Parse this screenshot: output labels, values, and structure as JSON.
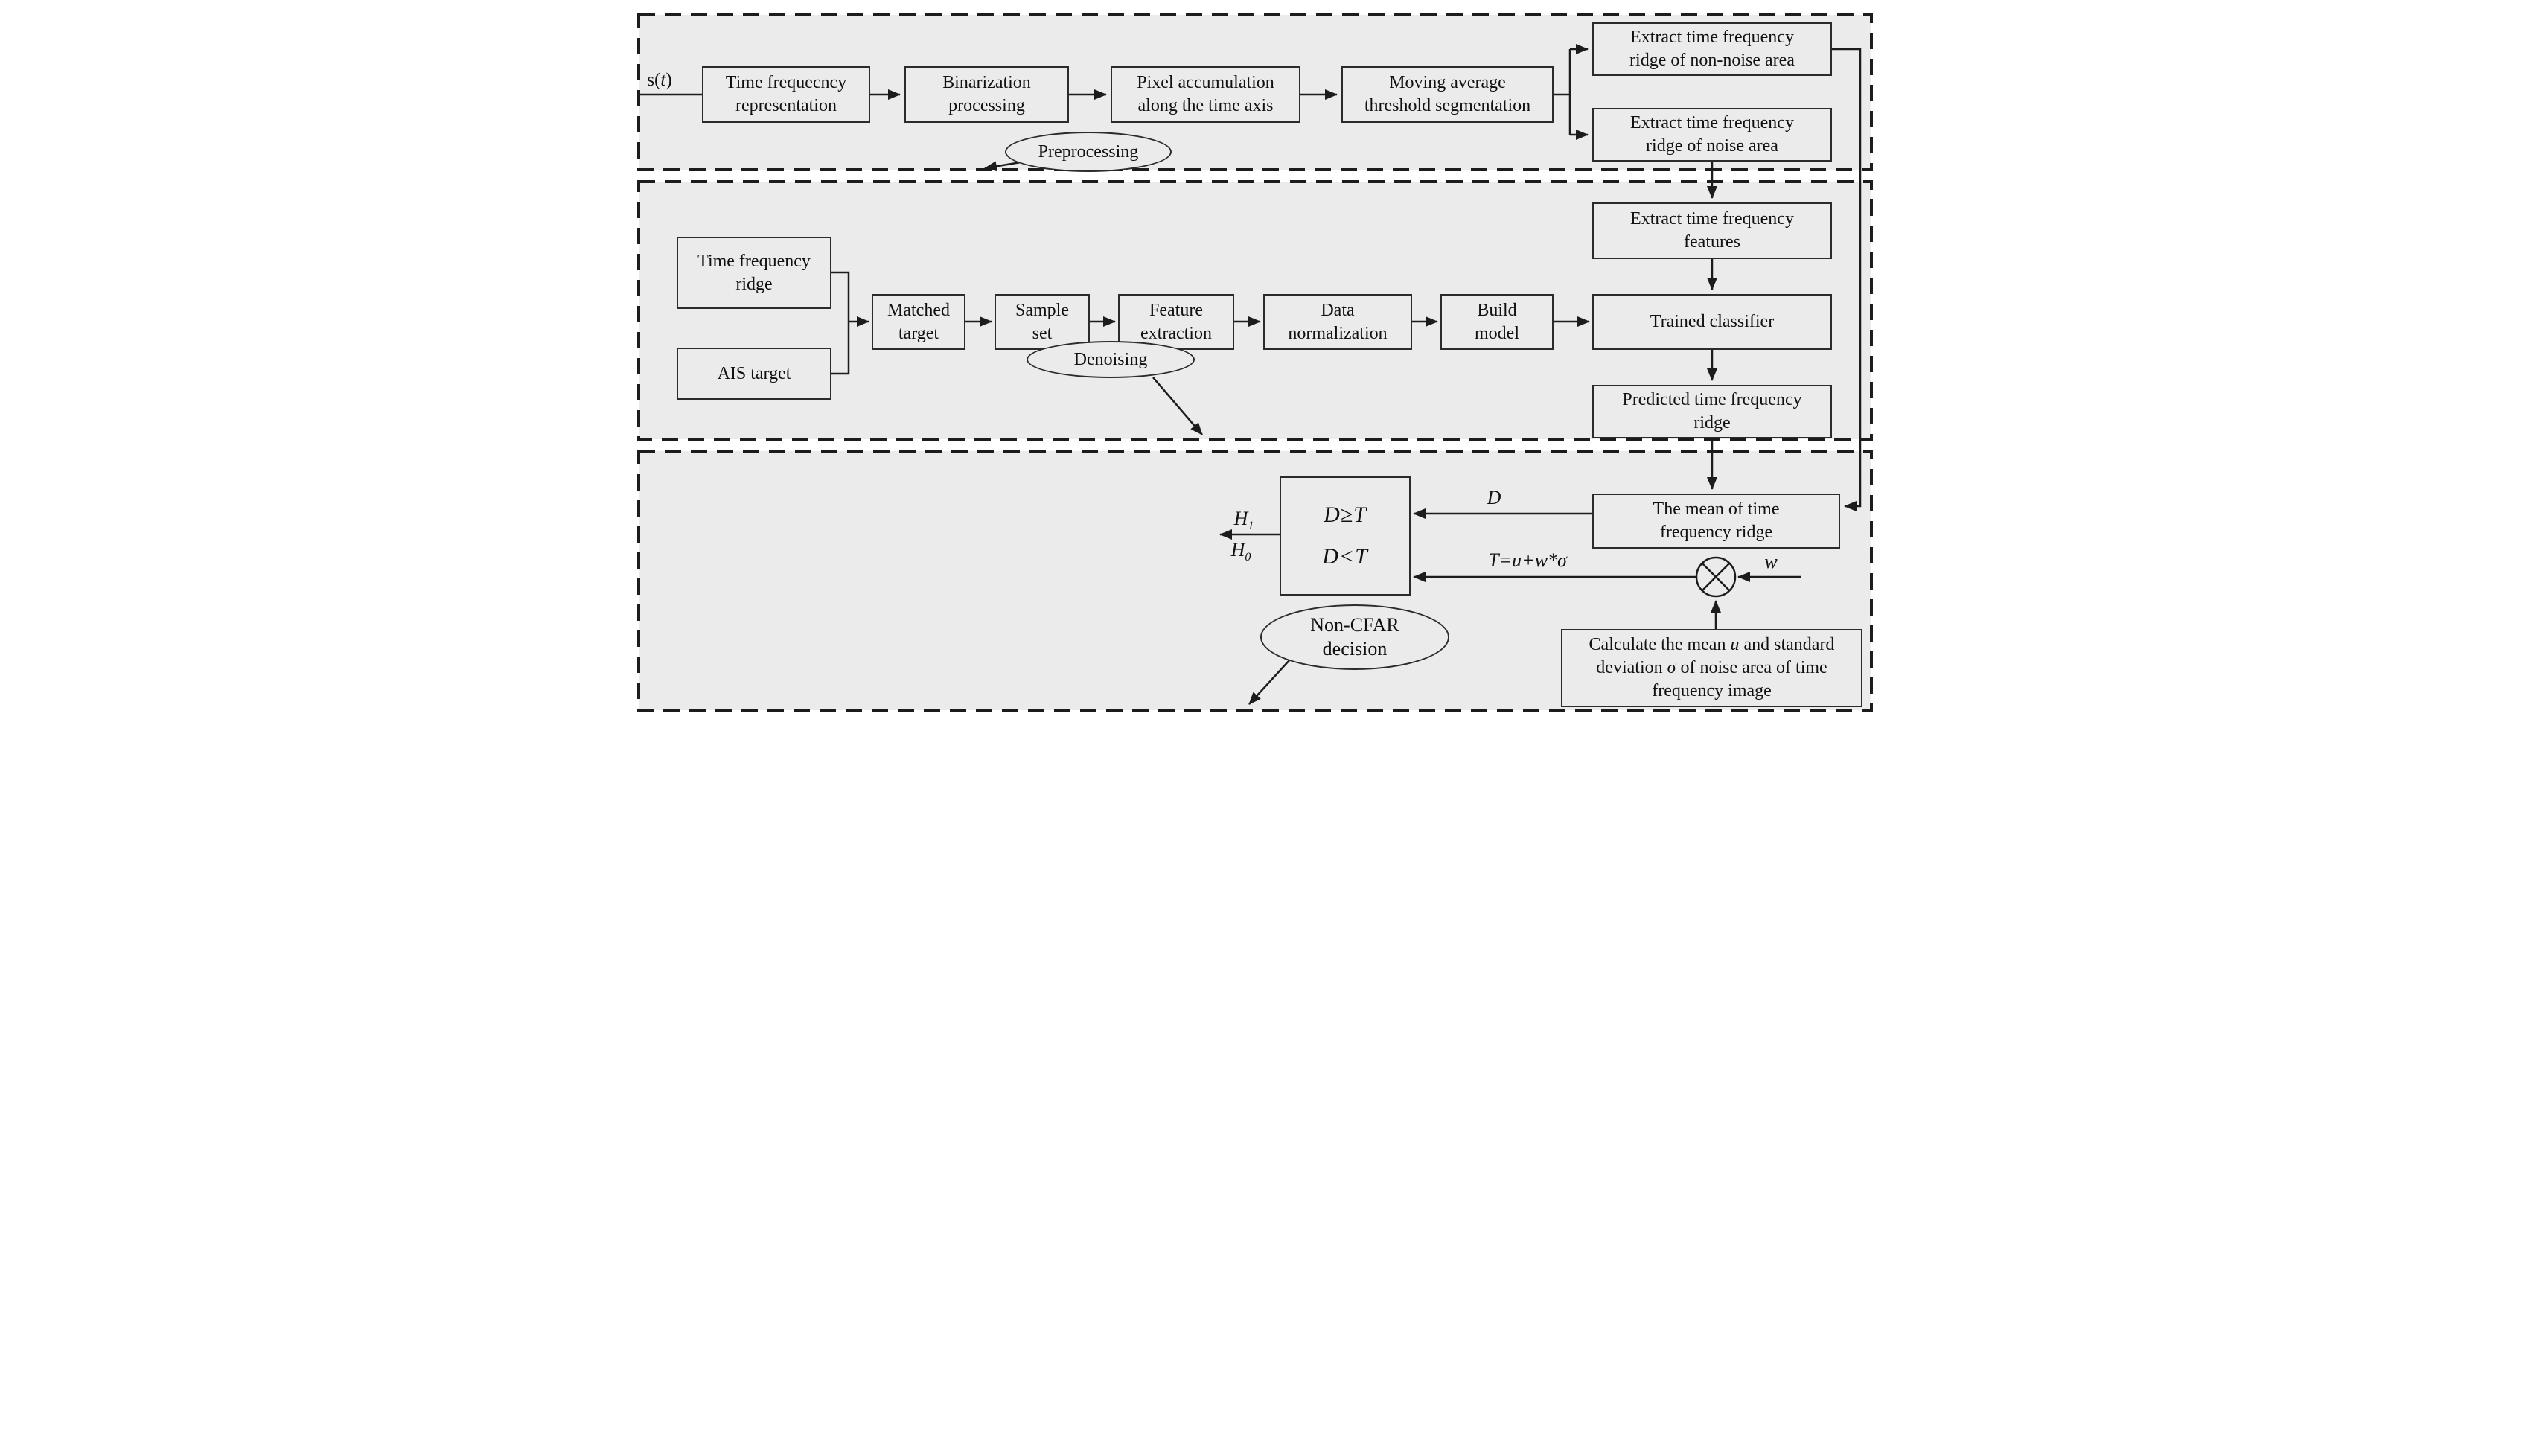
{
  "colors": {
    "section_bg": "#ebebeb",
    "line": "#1c1c1c",
    "box_border": "#2b2b2b",
    "text": "#111111",
    "page_bg": "#ffffff"
  },
  "input": {
    "pre": "s(",
    "var": "t",
    "post": ")"
  },
  "sections": {
    "preprocessing": {
      "label": "Preprocessing"
    },
    "denoising": {
      "label": "Denoising"
    },
    "non_cfar": {
      "lines": [
        "Non-CFAR",
        "decision"
      ]
    }
  },
  "boxes": {
    "tfr": {
      "lines": [
        "Time frequecncy",
        "representation"
      ]
    },
    "binarization": {
      "lines": [
        "Binarization",
        "processing"
      ]
    },
    "pixel_accum": {
      "lines": [
        "Pixel accumulation",
        "along the time axis"
      ]
    },
    "moving_avg": {
      "lines": [
        "Moving average",
        "threshold segmentation"
      ]
    },
    "extract_nonnoise": {
      "lines": [
        "Extract time frequency",
        "ridge of non-noise area"
      ]
    },
    "extract_noise": {
      "lines": [
        "Extract time frequency",
        "ridge of noise area"
      ]
    },
    "tf_ridge": {
      "lines": [
        "Time frequency",
        "ridge"
      ]
    },
    "ais_target": {
      "lines": [
        "AIS target"
      ]
    },
    "matched_target": {
      "lines": [
        "Matched",
        "target"
      ]
    },
    "sample_set": {
      "lines": [
        "Sample",
        "set"
      ]
    },
    "feature_extraction": {
      "lines": [
        "Feature",
        "extraction"
      ]
    },
    "data_norm": {
      "lines": [
        "Data",
        "normalization"
      ]
    },
    "build_model": {
      "lines": [
        "Build",
        "model"
      ]
    },
    "extract_features": {
      "lines": [
        "Extract time frequency",
        "features"
      ]
    },
    "trained_classifier": {
      "lines": [
        "Trained classifier"
      ]
    },
    "predicted_ridge": {
      "lines": [
        "Predicted time frequency",
        "ridge"
      ]
    },
    "mean_ridge": {
      "lines": [
        "The mean of time",
        "frequency ridge"
      ]
    },
    "decision": {
      "lines": [
        "D≥T",
        "D<T"
      ]
    },
    "calculate": {
      "l1": [
        "Calculate the mean ",
        "u",
        " and standard"
      ],
      "l2": [
        "deviation ",
        "σ",
        " of noise area of time"
      ],
      "l3": [
        "frequency image"
      ]
    }
  },
  "labels": {
    "d": "D",
    "t_formula": "T=u+w*σ",
    "w": "w",
    "h1": {
      "base": "H",
      "sub": "1"
    },
    "h0": {
      "base": "H",
      "sub": "0"
    }
  }
}
